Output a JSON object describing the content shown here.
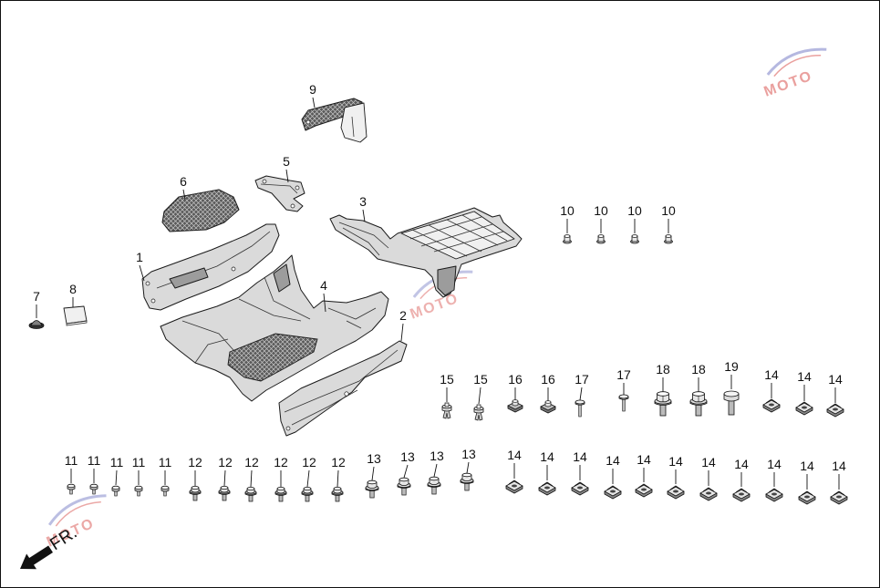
{
  "figure": {
    "callouts": [
      "9",
      "6",
      "5",
      "3",
      "10",
      "10",
      "10",
      "10",
      "1",
      "4",
      "7",
      "8",
      "2",
      "15",
      "15",
      "16",
      "16",
      "17",
      "17",
      "18",
      "18",
      "19",
      "14",
      "14",
      "14",
      "11",
      "11",
      "11",
      "11",
      "11",
      "12",
      "12",
      "12",
      "12",
      "12",
      "12",
      "13",
      "13",
      "13",
      "13",
      "14",
      "14",
      "14",
      "14",
      "14",
      "14",
      "14",
      "14",
      "14",
      "14",
      "14"
    ]
  },
  "direction": {
    "label": "FR."
  },
  "watermark": {
    "brand": "MOTO"
  },
  "colors": {
    "watermark_red": "#d9534f",
    "watermark_blue": "#7a7fc7"
  }
}
